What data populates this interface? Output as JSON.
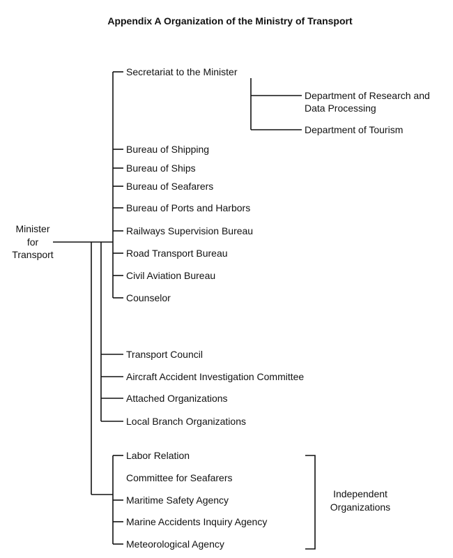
{
  "title": "Appendix A   Organization of the Ministry of Transport",
  "root": {
    "lines": [
      "Minister",
      "for",
      "Transport"
    ]
  },
  "group1": {
    "secretariat": "Secretariat to the Minister",
    "departments": [
      {
        "lines": [
          "Department of Research and",
          "Data Processing"
        ]
      },
      {
        "lines": [
          "Department of Tourism"
        ]
      }
    ],
    "bureaus": [
      "Bureau of Shipping",
      "Bureau of Ships",
      "Bureau of Seafarers",
      "Bureau of Ports and Harbors",
      "Railways Supervision Bureau",
      "Road Transport Bureau",
      "Civil Aviation Bureau",
      "Counselor"
    ]
  },
  "group2": {
    "items": [
      "Transport Council",
      "Aircraft Accident Investigation Committee",
      "Attached Organizations",
      "Local Branch Organizations"
    ]
  },
  "group3": {
    "items": [
      "Labor Relation",
      "Committee for Seafarers",
      "Maritime Safety Agency",
      "Marine Accidents Inquiry Agency",
      "Meteorological Agency"
    ],
    "bracket_label": [
      "Independent",
      "Organizations"
    ]
  }
}
